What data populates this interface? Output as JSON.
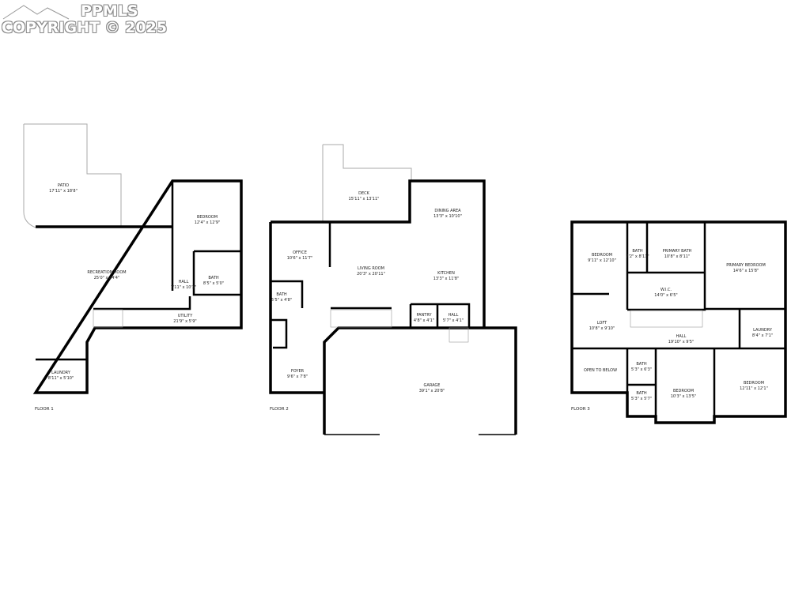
{
  "watermark": {
    "brand": "PPMLS",
    "copyright": "COPYRIGHT © 2025"
  },
  "floors": [
    {
      "label": "FLOOR 1",
      "rooms": [
        {
          "name": "PATIO",
          "dims": "17'11\" x 18'8\""
        },
        {
          "name": "BEDROOM",
          "dims": "12'4\" x 12'9\""
        },
        {
          "name": "RECREATION ROOM",
          "dims": "25'0\" x 24'4\""
        },
        {
          "name": "HALL",
          "dims": "7'11\" x 10'3\""
        },
        {
          "name": "BATH",
          "dims": "8'5\" x 5'0\""
        },
        {
          "name": "UTILITY",
          "dims": "21'9\" x 5'9\""
        },
        {
          "name": "LAUNDRY",
          "dims": "8'11\" x 5'10\""
        }
      ]
    },
    {
      "label": "FLOOR 2",
      "rooms": [
        {
          "name": "DECK",
          "dims": "15'11\" x 13'11\""
        },
        {
          "name": "DINING AREA",
          "dims": "13'3\" x 10'10\""
        },
        {
          "name": "OFFICE",
          "dims": "10'6\" x 11'7\""
        },
        {
          "name": "LIVING ROOM",
          "dims": "20'3\" x 20'11\""
        },
        {
          "name": "KITCHEN",
          "dims": "13'3\" x 11'8\""
        },
        {
          "name": "BATH",
          "dims": "5'5\" x 4'8\""
        },
        {
          "name": "PANTRY",
          "dims": "4'8\" x 4'1\""
        },
        {
          "name": "HALL",
          "dims": "5'7\" x 4'1\""
        },
        {
          "name": "FOYER",
          "dims": "9'6\" x 7'8\""
        },
        {
          "name": "GARAGE",
          "dims": "39'1\" x 20'8\""
        }
      ]
    },
    {
      "label": "FLOOR 3",
      "rooms": [
        {
          "name": "BEDROOM",
          "dims": "9'11\" x 12'10\""
        },
        {
          "name": "BATH",
          "dims": "7'2\" x 8'11\""
        },
        {
          "name": "PRIMARY BATH",
          "dims": "10'8\" x 8'11\""
        },
        {
          "name": "PRIMARY BEDROOM",
          "dims": "14'6\" x 15'8\""
        },
        {
          "name": "W.I.C.",
          "dims": "14'0\" x 6'5\""
        },
        {
          "name": "LOFT",
          "dims": "10'8\" x 9'10\""
        },
        {
          "name": "LAUNDRY",
          "dims": "8'4\" x 7'1\""
        },
        {
          "name": "HALL",
          "dims": "19'10\" x 9'5\""
        },
        {
          "name": "OPEN TO BELOW",
          "dims": ""
        },
        {
          "name": "BATH",
          "dims": "5'3\" x 6'3\""
        },
        {
          "name": "BATH",
          "dims": "5'3\" x 5'7\""
        },
        {
          "name": "BEDROOM",
          "dims": "10'3\" x 13'5\""
        },
        {
          "name": "BEDROOM",
          "dims": "12'11\" x 12'1\""
        }
      ]
    }
  ]
}
